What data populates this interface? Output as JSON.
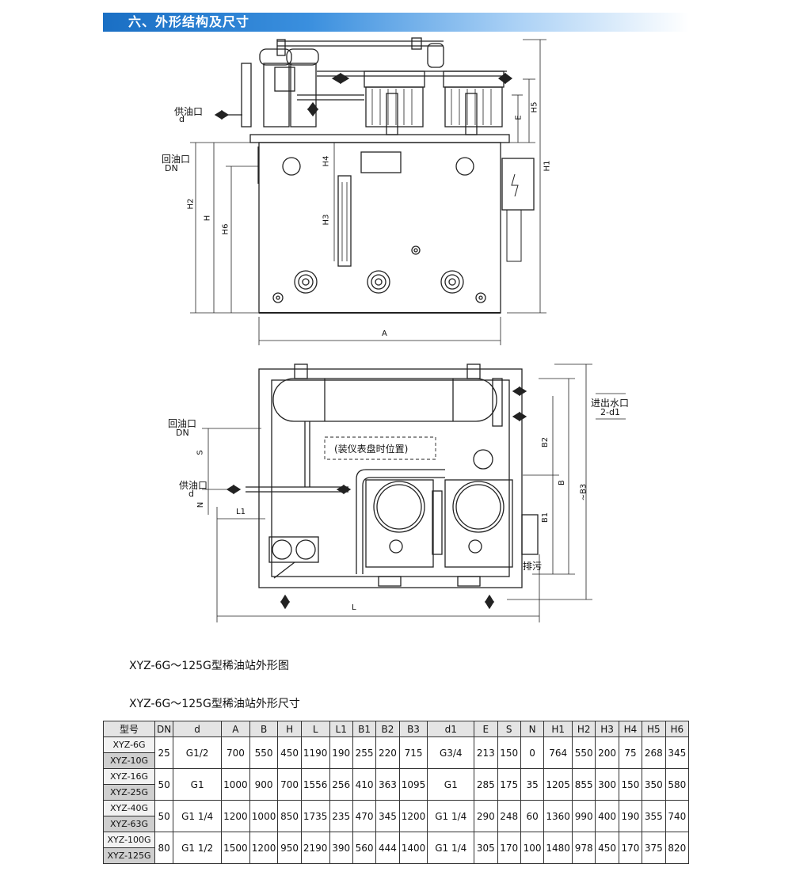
{
  "section": {
    "title": "六、外形结构及尺寸"
  },
  "front_view": {
    "labels": {
      "supply_port": "供油口",
      "supply_sub": "d",
      "return_port": "回油口",
      "return_sub": "DN",
      "dims": [
        "H5",
        "E",
        "H1",
        "H4",
        "H3",
        "H2",
        "H",
        "H6",
        "A"
      ]
    }
  },
  "top_view": {
    "labels": {
      "return_port": "回油口",
      "return_sub": "DN",
      "supply_port": "供油口",
      "supply_sub": "d",
      "water_port": "进出水口",
      "water_sub": "2-d1",
      "gauge_panel": "(装仪表盘时位置)",
      "drain": "排污",
      "dims": [
        "S",
        "N",
        "L1",
        "L",
        "B2",
        "B",
        "B1",
        "~B3"
      ]
    }
  },
  "captions": {
    "drawing": "XYZ-6G～125G型稀油站外形图",
    "table": "XYZ-6G～125G型稀油站外形尺寸"
  },
  "table": {
    "headers": [
      "型号",
      "DN",
      "d",
      "A",
      "B",
      "H",
      "L",
      "L1",
      "B1",
      "B2",
      "B3",
      "d1",
      "E",
      "S",
      "N",
      "H1",
      "H2",
      "H3",
      "H4",
      "H5",
      "H6"
    ],
    "groups": [
      {
        "models": [
          "XYZ-6G",
          "XYZ-10G"
        ],
        "values": [
          "25",
          "G1/2",
          "700",
          "550",
          "450",
          "1190",
          "190",
          "255",
          "220",
          "715",
          "G3/4",
          "213",
          "150",
          "0",
          "764",
          "550",
          "200",
          "75",
          "268",
          "345"
        ]
      },
      {
        "models": [
          "XYZ-16G",
          "XYZ-25G"
        ],
        "values": [
          "50",
          "G1",
          "1000",
          "900",
          "700",
          "1556",
          "256",
          "410",
          "363",
          "1095",
          "G1",
          "285",
          "175",
          "35",
          "1205",
          "855",
          "300",
          "150",
          "350",
          "580"
        ]
      },
      {
        "models": [
          "XYZ-40G",
          "XYZ-63G"
        ],
        "values": [
          "50",
          "G1 1/4",
          "1200",
          "1000",
          "850",
          "1735",
          "235",
          "470",
          "345",
          "1200",
          "G1 1/4",
          "290",
          "248",
          "60",
          "1360",
          "990",
          "400",
          "190",
          "355",
          "740"
        ]
      },
      {
        "models": [
          "XYZ-100G",
          "XYZ-125G"
        ],
        "values": [
          "80",
          "G1 1/2",
          "1500",
          "1200",
          "950",
          "2190",
          "390",
          "560",
          "444",
          "1400",
          "G1 1/4",
          "305",
          "170",
          "100",
          "1480",
          "978",
          "450",
          "170",
          "375",
          "820"
        ]
      }
    ]
  }
}
